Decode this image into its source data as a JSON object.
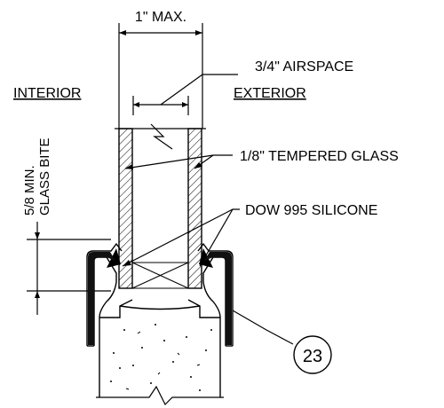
{
  "labels": {
    "max_width": "1\" MAX.",
    "airspace": "3/4\" AIRSPACE",
    "interior": "INTERIOR",
    "exterior": "EXTERIOR",
    "tempered_glass": "1/8\" TEMPERED GLASS",
    "glass_bite_line1": "5/8 MIN.",
    "glass_bite_line2": "GLASS BITE",
    "silicone": "DOW 995 SILICONE",
    "detail_tag": "23"
  },
  "colors": {
    "ink": "#000000",
    "background": "#ffffff",
    "concrete_fill": "#f4f4f4"
  }
}
